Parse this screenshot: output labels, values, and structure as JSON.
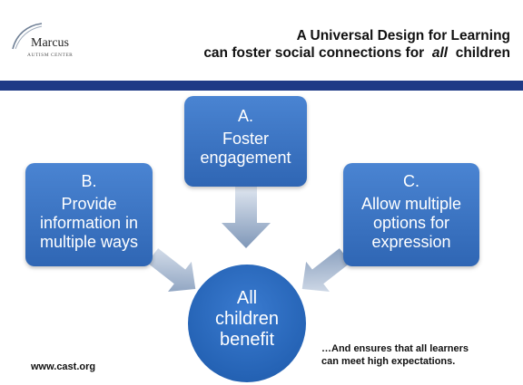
{
  "logo": {
    "name": "Marcus",
    "subtitle": "AUTISM CENTER"
  },
  "title": {
    "line1": "A Universal Design for Learning",
    "line2_prefix": "can foster social connections for",
    "line2_emphasis": "all",
    "line2_suffix": "children"
  },
  "boxes": {
    "a": {
      "letter": "A.",
      "line1": "Foster",
      "line2": "engagement"
    },
    "b": {
      "letter": "B.",
      "line1": "Provide",
      "line2": "information in",
      "line3": "multiple ways"
    },
    "c": {
      "letter": "C.",
      "line1": "Allow multiple",
      "line2": "options for",
      "line3": "expression"
    }
  },
  "center": {
    "line1": "All",
    "line2": "children",
    "line3": "benefit"
  },
  "footer": {
    "url": "www.cast.org",
    "note_line1": "…And ensures that all learners",
    "note_line2": "can meet high expectations."
  },
  "colors": {
    "band": "#1f3a86",
    "box": "#3a73c4",
    "arrow": "#9fb3cf"
  }
}
